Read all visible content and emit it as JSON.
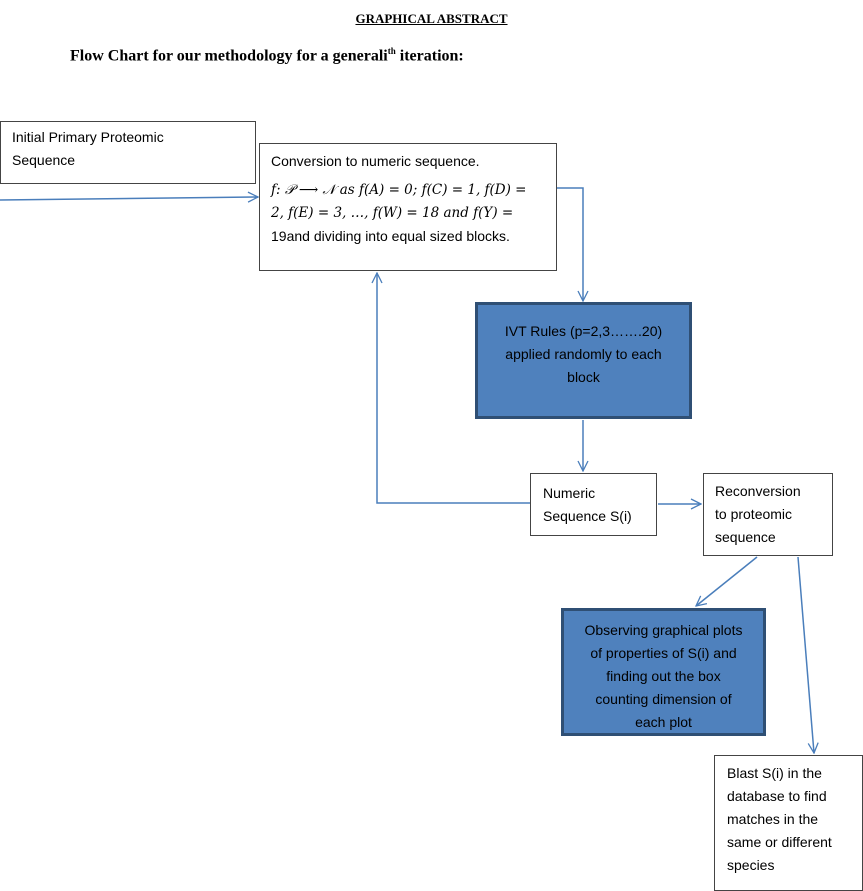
{
  "header": {
    "title": "GRAPHICAL ABSTRACT",
    "subtitle_pre": "Flow Chart for our methodology for a general",
    "subtitle_i": "i",
    "subtitle_sup": "th",
    "subtitle_post": " iteration:"
  },
  "boxes": {
    "initial": {
      "line1": "Initial Primary Proteomic",
      "line2": "Sequence"
    },
    "conversion": {
      "line1": "Conversion to numeric sequence.",
      "formula1": "f: 𝒫 ⟶  𝒩 as f(A) = 0; f(C) = 1, f(D) =",
      "formula2": "2, f(E) = 3, …, f(W) = 18 and f(Y) =",
      "formula3_math": "19",
      "formula3_text": "and dividing into equal sized blocks."
    },
    "ivt": {
      "line1": "IVT Rules (p=2,3…….20)",
      "line2": "applied randomly to each",
      "line3": "block"
    },
    "numeric": {
      "line1": "Numeric",
      "line2": "Sequence S(i)"
    },
    "reconversion": {
      "line1": "Reconversion",
      "line2": "to proteomic",
      "line3": "sequence"
    },
    "observing": {
      "line1": "Observing graphical plots",
      "line2": "of properties of S(i) and",
      "line3": "finding out the box",
      "line4": "counting dimension of",
      "line5": "each plot"
    },
    "blast": {
      "line1": "Blast S(i) in the",
      "line2": "database to find",
      "line3": "matches in the",
      "line4": "same or different",
      "line5": "species"
    }
  },
  "colors": {
    "arrow": "#4a7ebb",
    "box_fill_dark": "#4f81bd",
    "box_border_dark": "#2f4f74"
  }
}
